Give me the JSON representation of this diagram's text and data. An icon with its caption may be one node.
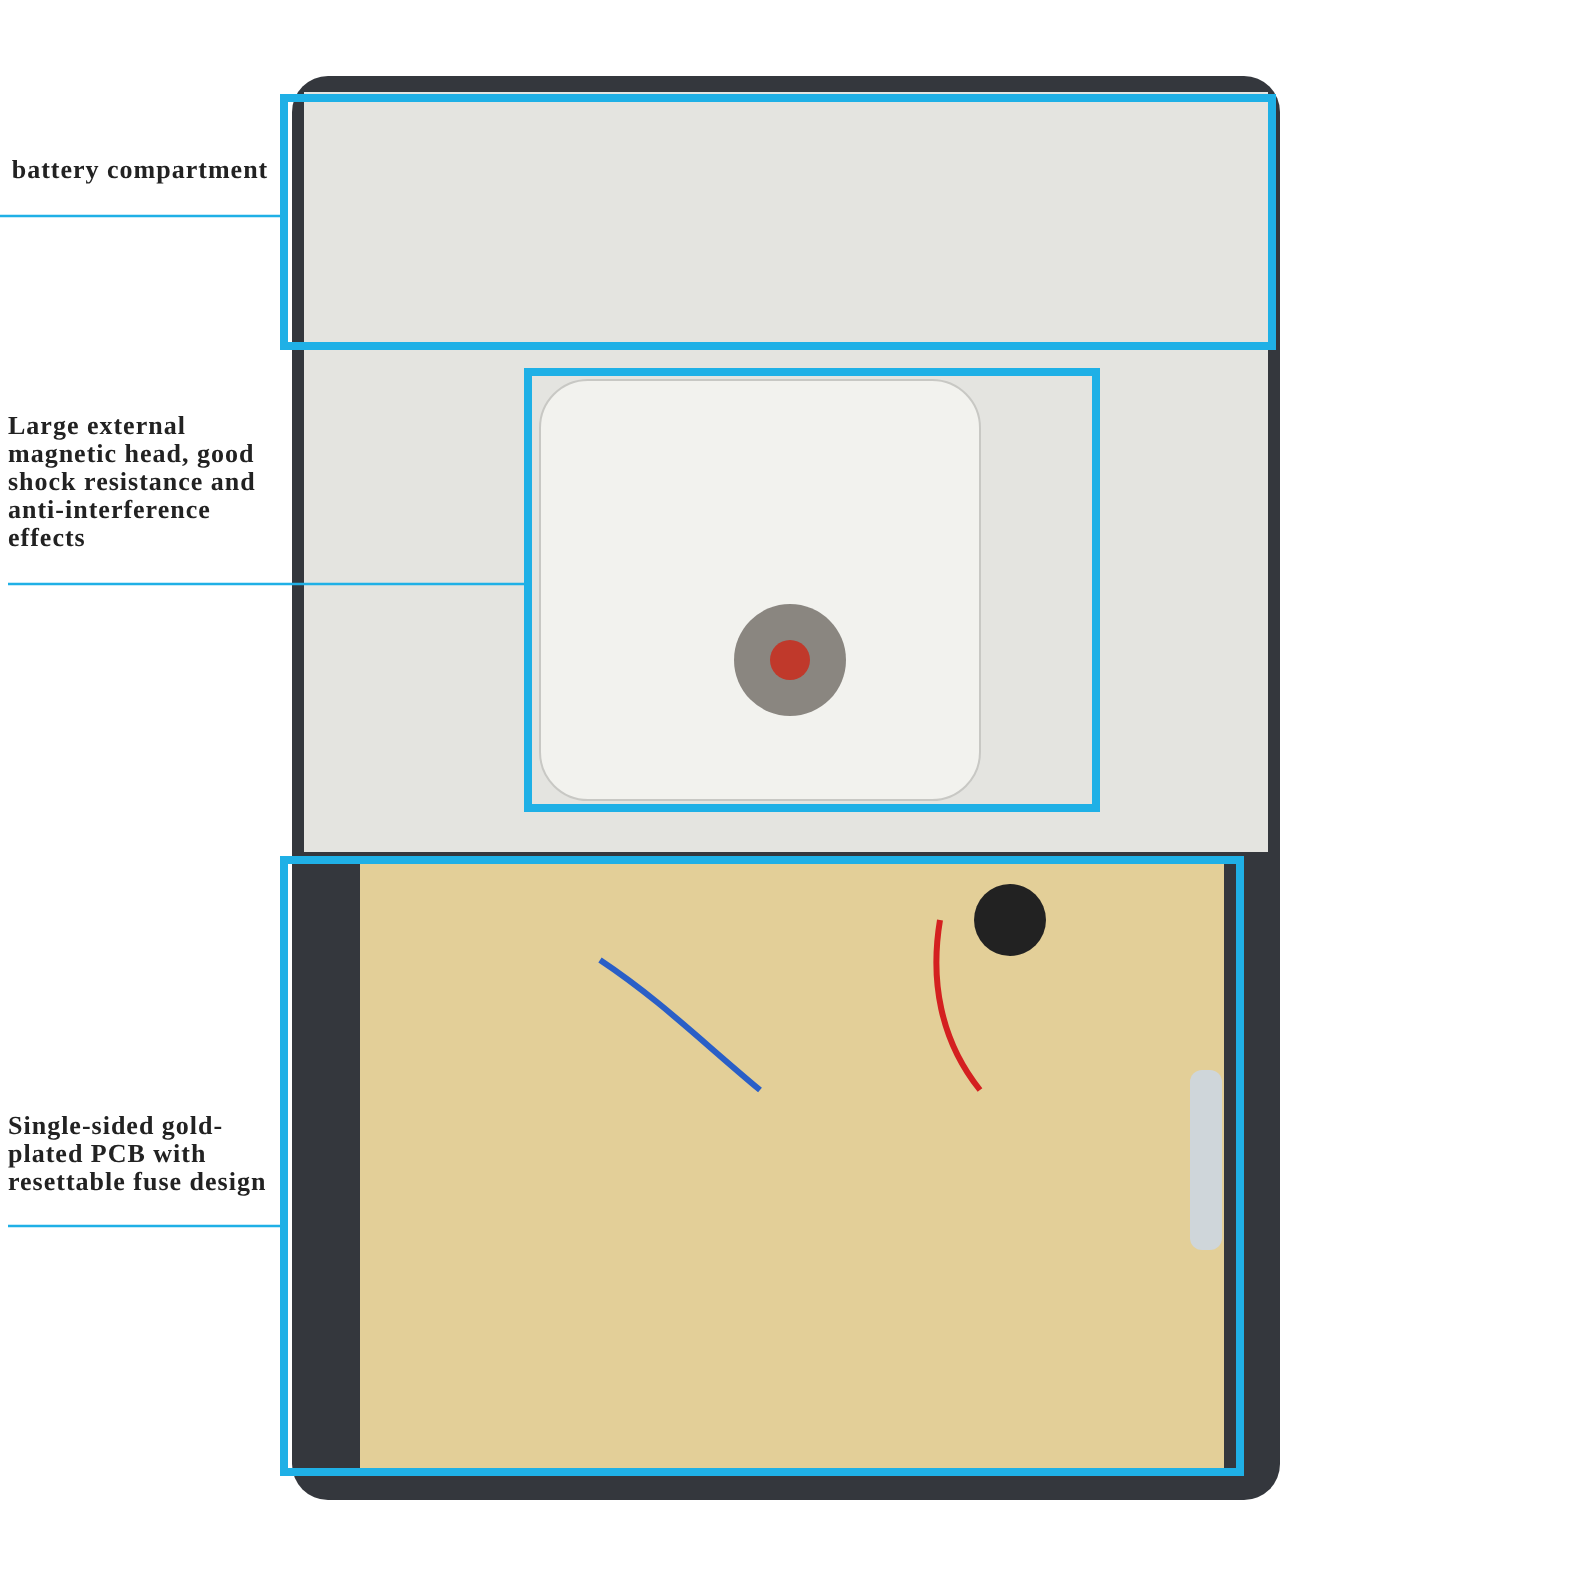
{
  "diagram": {
    "nodes": [
      {
        "text": [
          "battery compartment"
        ]
      },
      {
        "text": [],
        "shape": "box"
      },
      {
        "text": [
          "Large external magnetic head, good shock resistance and anti-interference effects"
        ]
      },
      {
        "text": [],
        "shape": "box"
      },
      {
        "text": [
          "Single-sided gold-plated PCB with resettable fuse design"
        ]
      },
      {
        "text": [],
        "shape": "box"
      }
    ],
    "edges": [
      {
        "from": 0,
        "to": 1,
        "arrow": "none"
      },
      {
        "from": 2,
        "to": 3,
        "arrow": "none"
      },
      {
        "from": 4,
        "to": 5,
        "arrow": "none"
      }
    ]
  }
}
